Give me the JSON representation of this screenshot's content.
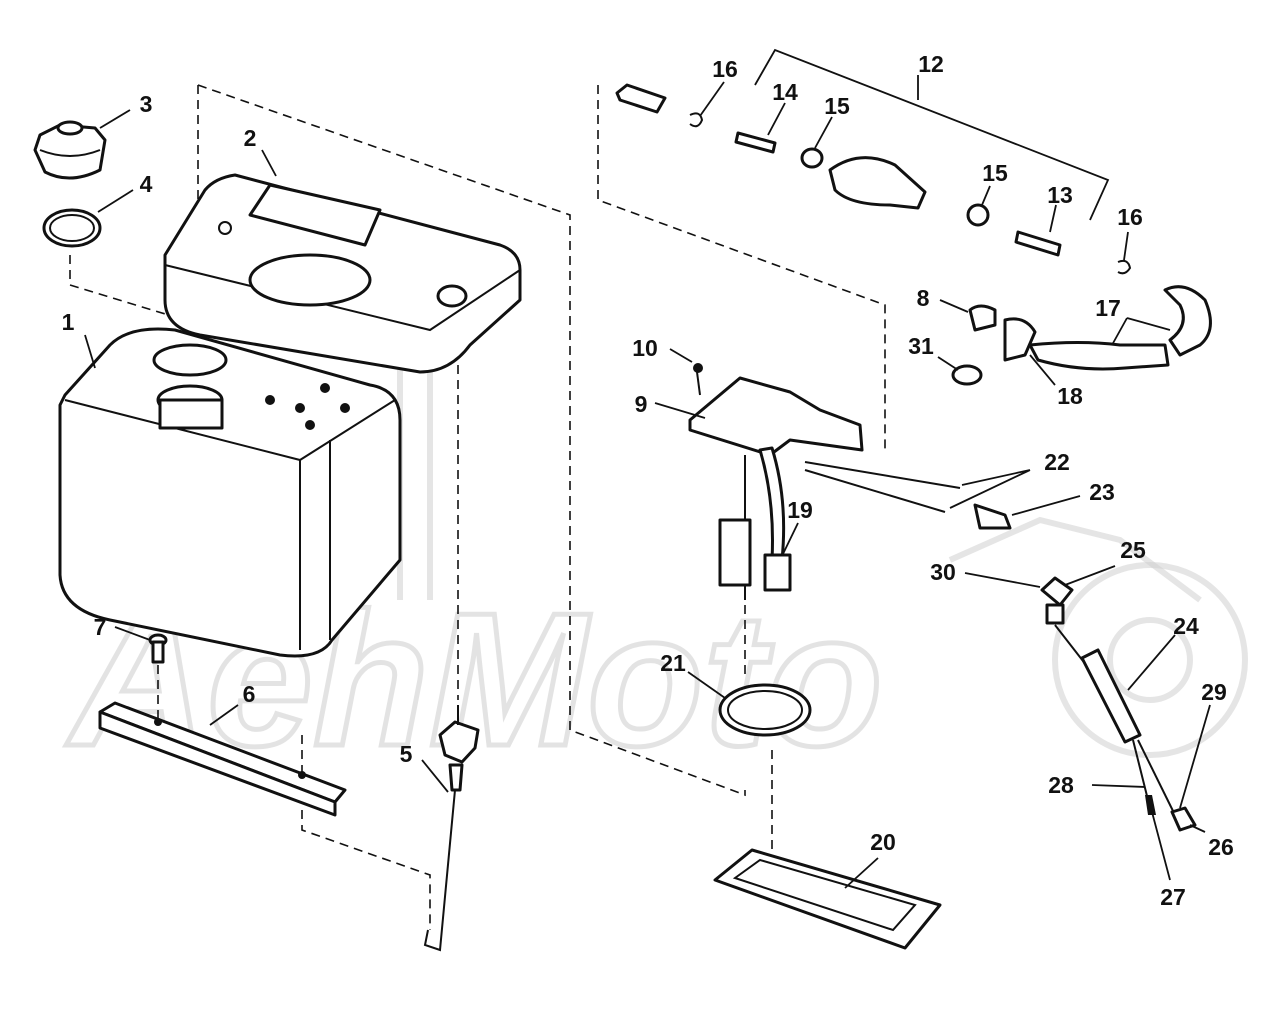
{
  "diagram": {
    "callouts": [
      {
        "id": "c1",
        "label": "1"
      },
      {
        "id": "c2",
        "label": "2"
      },
      {
        "id": "c3",
        "label": "3"
      },
      {
        "id": "c4",
        "label": "4"
      },
      {
        "id": "c5",
        "label": "5"
      },
      {
        "id": "c6",
        "label": "6"
      },
      {
        "id": "c7",
        "label": "7"
      },
      {
        "id": "c8",
        "label": "8"
      },
      {
        "id": "c9",
        "label": "9"
      },
      {
        "id": "c10",
        "label": "10"
      },
      {
        "id": "c12",
        "label": "12"
      },
      {
        "id": "c13",
        "label": "13"
      },
      {
        "id": "c14",
        "label": "14"
      },
      {
        "id": "c15a",
        "label": "15"
      },
      {
        "id": "c15b",
        "label": "15"
      },
      {
        "id": "c16a",
        "label": "16"
      },
      {
        "id": "c16b",
        "label": "16"
      },
      {
        "id": "c17",
        "label": "17"
      },
      {
        "id": "c18",
        "label": "18"
      },
      {
        "id": "c19",
        "label": "19"
      },
      {
        "id": "c20",
        "label": "20"
      },
      {
        "id": "c21",
        "label": "21"
      },
      {
        "id": "c22",
        "label": "22"
      },
      {
        "id": "c23",
        "label": "23"
      },
      {
        "id": "c24",
        "label": "24"
      },
      {
        "id": "c25",
        "label": "25"
      },
      {
        "id": "c26",
        "label": "26"
      },
      {
        "id": "c27",
        "label": "27"
      },
      {
        "id": "c28",
        "label": "28"
      },
      {
        "id": "c29",
        "label": "29"
      },
      {
        "id": "c30",
        "label": "30"
      },
      {
        "id": "c31",
        "label": "31"
      }
    ]
  },
  "watermark": {
    "text": "AehMoto"
  }
}
